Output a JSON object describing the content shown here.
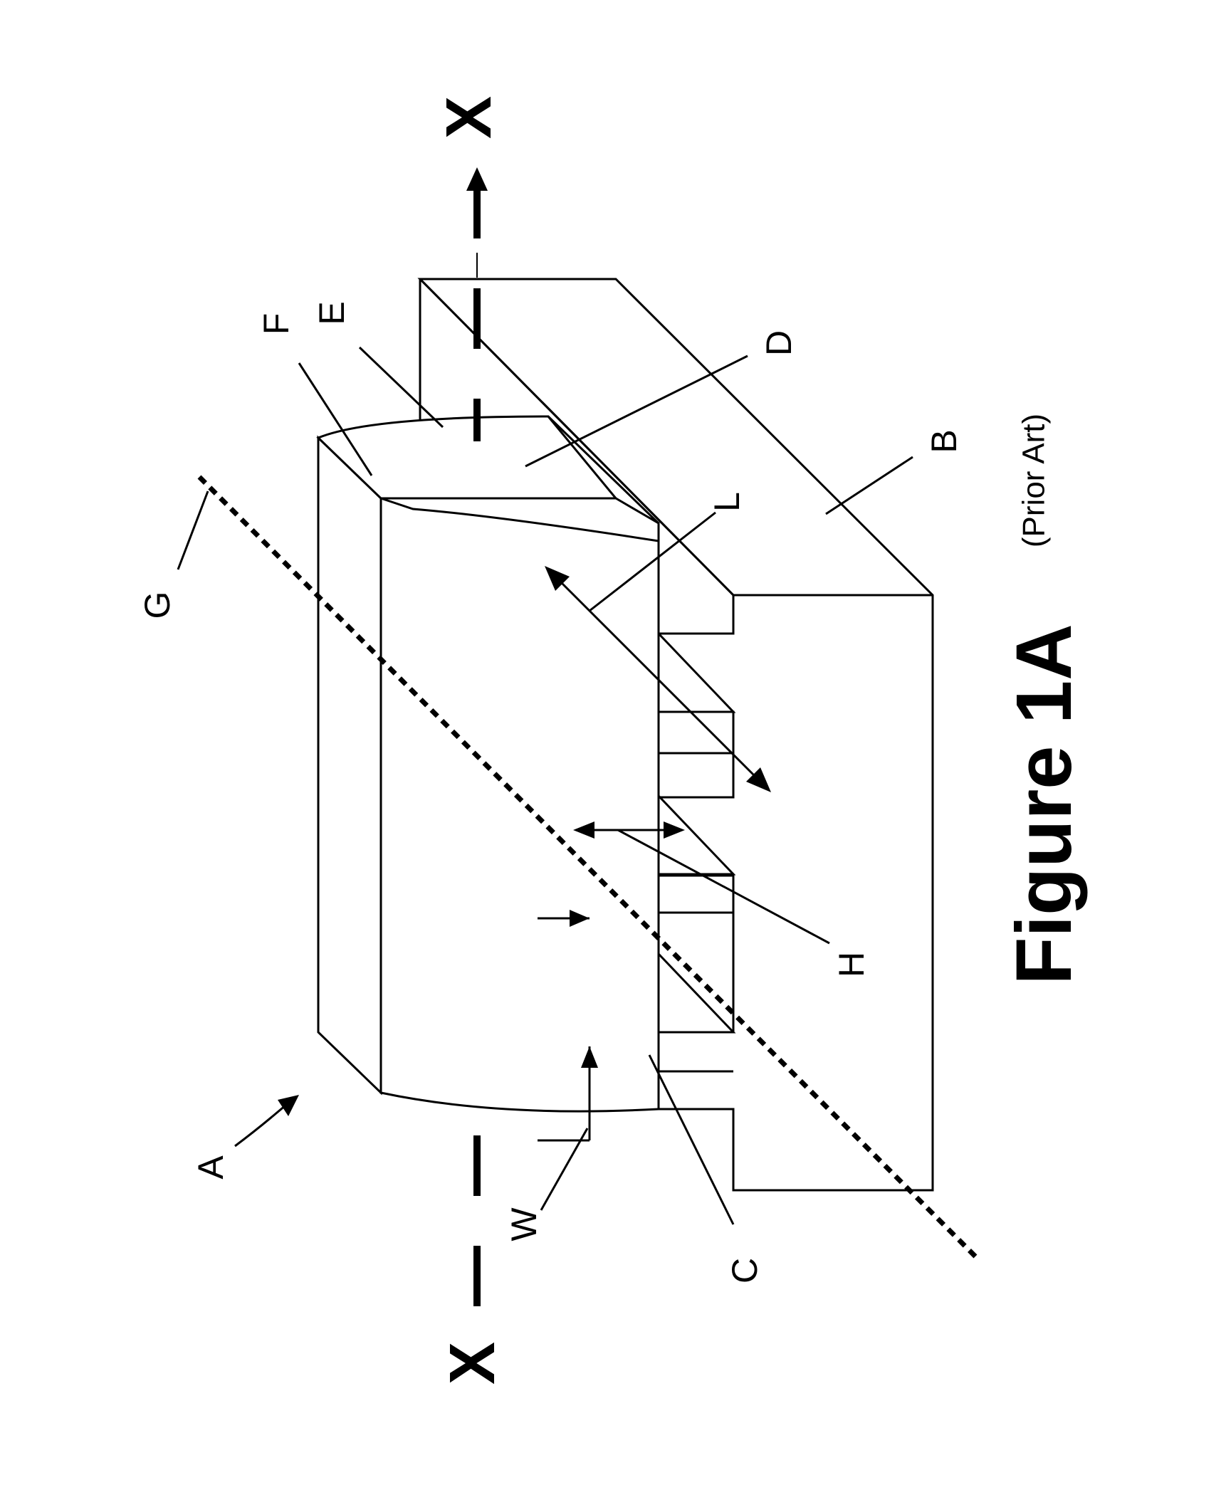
{
  "figure": {
    "title": "Figure 1A",
    "subtitle": "(Prior Art)"
  },
  "axis": {
    "left_marker": "X",
    "right_marker": "X"
  },
  "labels": {
    "A": "A",
    "B": "B",
    "C": "C",
    "D": "D",
    "E": "E",
    "F": "F",
    "G": "G",
    "H": "H",
    "L": "L",
    "W": "W"
  },
  "colors": {
    "ink": "#000000",
    "paper": "#ffffff"
  }
}
